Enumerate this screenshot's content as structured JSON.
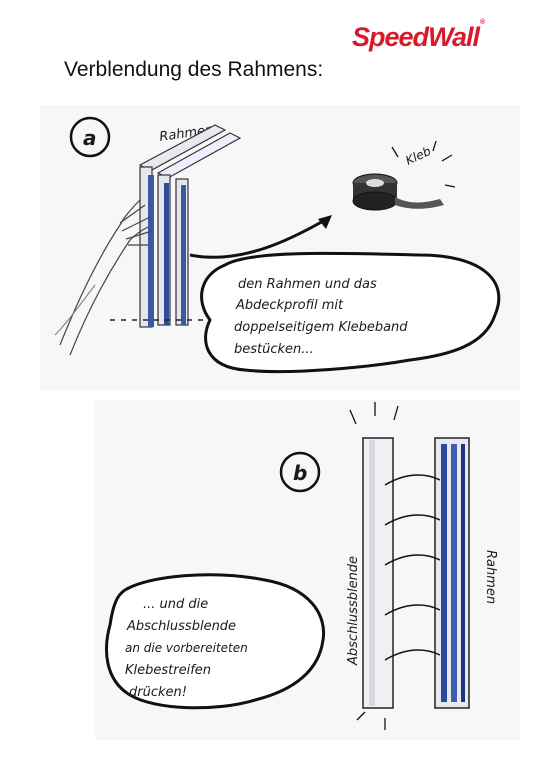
{
  "logo": {
    "text": "SpeedWall",
    "mark": "®"
  },
  "heading": "Verblendung des Rahmens:",
  "step_a": {
    "marker": "a",
    "label_frame": "Rahmen",
    "label_tape": "Kleb",
    "note_lines": [
      "den Rahmen und das",
      "Abdeckprofil mit",
      "doppelseitigem Klebeband",
      "bestücken..."
    ]
  },
  "step_b": {
    "marker": "b",
    "label_cover": "Abschlussblende",
    "label_frame": "Rahmen",
    "note_lines": [
      "... und die",
      "Abschlussblende",
      "an die vorbereiteten",
      "Klebestreifen",
      "drücken!"
    ]
  }
}
